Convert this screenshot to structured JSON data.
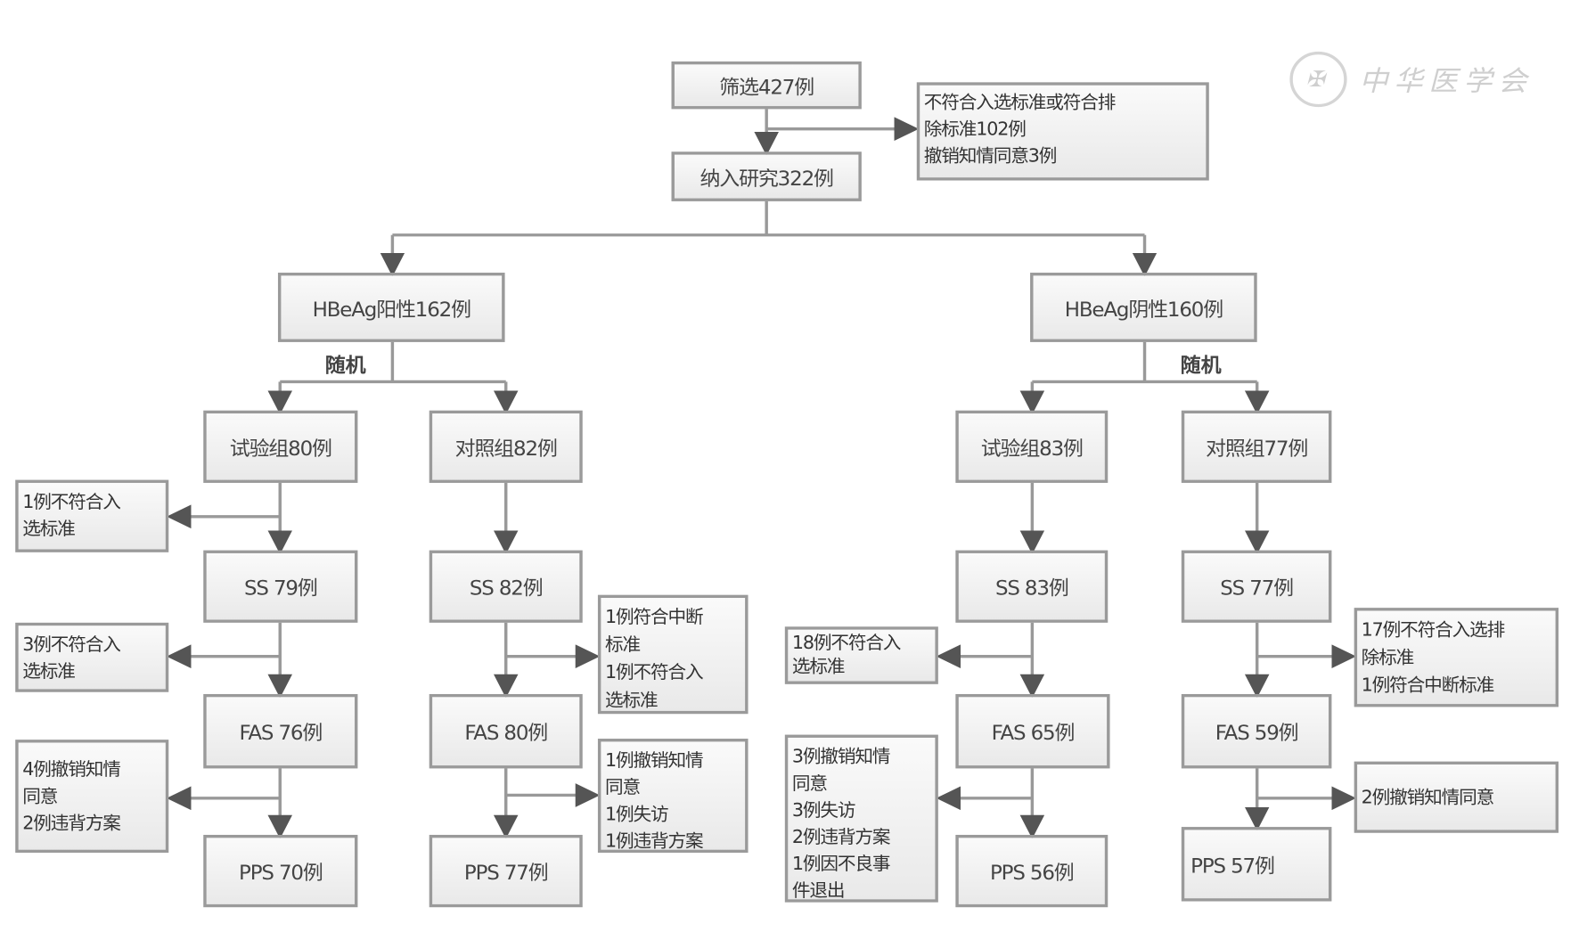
{
  "watermark": "中华医学会",
  "nodes": {
    "screened": "筛选427例",
    "included": "纳入研究322例",
    "excluded_top": [
      "不符合入选标准或符合排",
      "除标准102例",
      "撤销知情同意3例"
    ],
    "positive": "HBeAg阳性162例",
    "negative": "HBeAg阴性160例",
    "random_label": "随机",
    "pos_test": "试验组80例",
    "pos_ctrl": "对照组82例",
    "neg_test": "试验组83例",
    "neg_ctrl": "对照组77例",
    "ss_pos_test": "SS 79例",
    "ss_pos_ctrl": "SS 82例",
    "ss_neg_test": "SS 83例",
    "ss_neg_ctrl": "SS  77例",
    "fas_pos_test": "FAS 76例",
    "fas_pos_ctrl": "FAS 80例",
    "fas_neg_test": "FAS 65例",
    "fas_neg_ctrl": "FAS 59例",
    "pps_pos_test": "PPS 70例",
    "pps_pos_ctrl": "PPS 77例",
    "pps_neg_test": "PPS 56例",
    "pps_neg_ctrl": "PPS 57例"
  },
  "side_notes": {
    "l1": [
      "1例不符合入",
      "选标准"
    ],
    "l2": [
      "3例不符合入",
      "选标准"
    ],
    "l3": [
      "4例撤销知情",
      "同意",
      "2例违背方案"
    ],
    "c1": [
      "1例符合中断",
      "标准",
      "1例不符合入",
      "选标准"
    ],
    "c2": [
      "1例撤销知情",
      "同意",
      "1例失访",
      "1例违背方案"
    ],
    "r1": [
      "18例不符合入",
      "选标准"
    ],
    "r2": [
      "3例撤销知情",
      "同意",
      "3例失访",
      "2例违背方案",
      "1例因不良事",
      "件退出"
    ],
    "fr1": [
      "17例不符合入选排",
      "除标准",
      "1例符合中断标准"
    ],
    "fr2": [
      "2例撤销知情同意"
    ]
  }
}
